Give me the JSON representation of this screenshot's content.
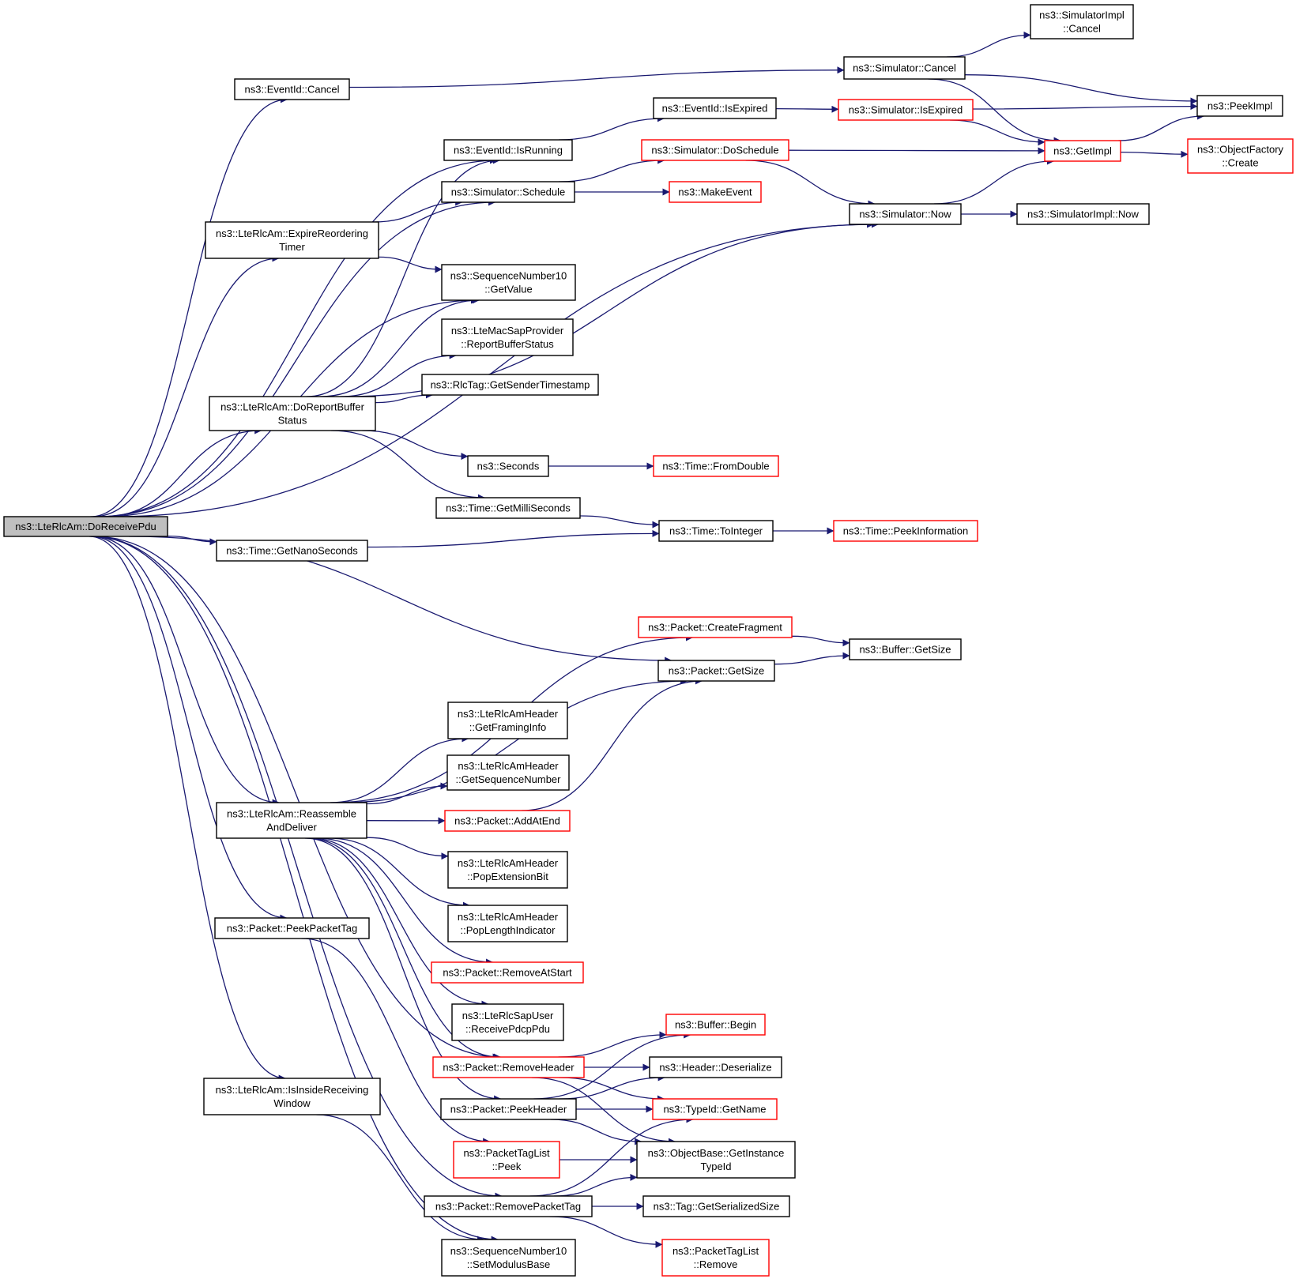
{
  "colors": {
    "edge": "#191970",
    "node_border": "#000000",
    "node_border_red": "#ff0000",
    "root_fill": "#bfbfbf",
    "node_fill": "#ffffff"
  },
  "nodes": [
    {
      "id": "root",
      "lines": [
        "ns3::LteRlcAm::DoReceivePdu"
      ],
      "style": "root"
    },
    {
      "id": "eid_cancel",
      "lines": [
        "ns3::EventId::Cancel"
      ],
      "style": "black"
    },
    {
      "id": "eid_isrunning",
      "lines": [
        "ns3::EventId::IsRunning"
      ],
      "style": "black"
    },
    {
      "id": "sim_schedule",
      "lines": [
        "ns3::Simulator::Schedule"
      ],
      "style": "black"
    },
    {
      "id": "expire_reorder",
      "lines": [
        "ns3::LteRlcAm::ExpireReordering",
        "Timer"
      ],
      "style": "black"
    },
    {
      "id": "seq_getvalue",
      "lines": [
        "ns3::SequenceNumber10",
        "::GetValue"
      ],
      "style": "black"
    },
    {
      "id": "mac_report",
      "lines": [
        "ns3::LteMacSapProvider",
        "::ReportBufferStatus"
      ],
      "style": "black"
    },
    {
      "id": "rlctag_sender",
      "lines": [
        "ns3::RlcTag::GetSenderTimestamp"
      ],
      "style": "black"
    },
    {
      "id": "do_report",
      "lines": [
        "ns3::LteRlcAm::DoReportBuffer",
        "Status"
      ],
      "style": "black"
    },
    {
      "id": "seconds",
      "lines": [
        "ns3::Seconds"
      ],
      "style": "black"
    },
    {
      "id": "time_milli",
      "lines": [
        "ns3::Time::GetMilliSeconds"
      ],
      "style": "black"
    },
    {
      "id": "time_nano",
      "lines": [
        "ns3::Time::GetNanoSeconds"
      ],
      "style": "black"
    },
    {
      "id": "time_tointeger",
      "lines": [
        "ns3::Time::ToInteger"
      ],
      "style": "black"
    },
    {
      "id": "time_peekinfo",
      "lines": [
        "ns3::Time::PeekInformation"
      ],
      "style": "red"
    },
    {
      "id": "time_fromdouble",
      "lines": [
        "ns3::Time::FromDouble"
      ],
      "style": "red"
    },
    {
      "id": "sim_cancel",
      "lines": [
        "ns3::Simulator::Cancel"
      ],
      "style": "black"
    },
    {
      "id": "simimpl_cancel",
      "lines": [
        "ns3::SimulatorImpl",
        "::Cancel"
      ],
      "style": "black"
    },
    {
      "id": "eid_isexpired",
      "lines": [
        "ns3::EventId::IsExpired"
      ],
      "style": "black"
    },
    {
      "id": "sim_isexpired",
      "lines": [
        "ns3::Simulator::IsExpired"
      ],
      "style": "red"
    },
    {
      "id": "peekimpl",
      "lines": [
        "ns3::PeekImpl"
      ],
      "style": "black"
    },
    {
      "id": "sim_doschedule",
      "lines": [
        "ns3::Simulator::DoSchedule"
      ],
      "style": "red"
    },
    {
      "id": "getimpl",
      "lines": [
        "ns3::GetImpl"
      ],
      "style": "red"
    },
    {
      "id": "objfactory_create",
      "lines": [
        "ns3::ObjectFactory",
        "::Create"
      ],
      "style": "red"
    },
    {
      "id": "makeevent",
      "lines": [
        "ns3::MakeEvent"
      ],
      "style": "red"
    },
    {
      "id": "sim_now",
      "lines": [
        "ns3::Simulator::Now"
      ],
      "style": "black"
    },
    {
      "id": "simimpl_now",
      "lines": [
        "ns3::SimulatorImpl::Now"
      ],
      "style": "black"
    },
    {
      "id": "reassemble",
      "lines": [
        "ns3::LteRlcAm::Reassemble",
        "AndDeliver"
      ],
      "style": "black"
    },
    {
      "id": "pkt_createfrag",
      "lines": [
        "ns3::Packet::CreateFragment"
      ],
      "style": "red"
    },
    {
      "id": "pkt_getsize",
      "lines": [
        "ns3::Packet::GetSize"
      ],
      "style": "black"
    },
    {
      "id": "buf_getsize",
      "lines": [
        "ns3::Buffer::GetSize"
      ],
      "style": "black"
    },
    {
      "id": "hdr_framing",
      "lines": [
        "ns3::LteRlcAmHeader",
        "::GetFramingInfo"
      ],
      "style": "black"
    },
    {
      "id": "hdr_seqnum",
      "lines": [
        "ns3::LteRlcAmHeader",
        "::GetSequenceNumber"
      ],
      "style": "black"
    },
    {
      "id": "pkt_addatend",
      "lines": [
        "ns3::Packet::AddAtEnd"
      ],
      "style": "red"
    },
    {
      "id": "hdr_popext",
      "lines": [
        "ns3::LteRlcAmHeader",
        "::PopExtensionBit"
      ],
      "style": "black"
    },
    {
      "id": "hdr_poplen",
      "lines": [
        "ns3::LteRlcAmHeader",
        "::PopLengthIndicator"
      ],
      "style": "black"
    },
    {
      "id": "pkt_removeatstart",
      "lines": [
        "ns3::Packet::RemoveAtStart"
      ],
      "style": "red"
    },
    {
      "id": "sapuser_receive",
      "lines": [
        "ns3::LteRlcSapUser",
        "::ReceivePdcpPdu"
      ],
      "style": "black"
    },
    {
      "id": "pkt_peekpackettag",
      "lines": [
        "ns3::Packet::PeekPacketTag"
      ],
      "style": "black"
    },
    {
      "id": "buf_begin",
      "lines": [
        "ns3::Buffer::Begin"
      ],
      "style": "red"
    },
    {
      "id": "pkt_removeheader",
      "lines": [
        "ns3::Packet::RemoveHeader"
      ],
      "style": "red"
    },
    {
      "id": "hdr_deserialize",
      "lines": [
        "ns3::Header::Deserialize"
      ],
      "style": "black"
    },
    {
      "id": "inside_window",
      "lines": [
        "ns3::LteRlcAm::IsInsideReceiving",
        "Window"
      ],
      "style": "black"
    },
    {
      "id": "pkt_peekheader",
      "lines": [
        "ns3::Packet::PeekHeader"
      ],
      "style": "black"
    },
    {
      "id": "typeid_getname",
      "lines": [
        "ns3::TypeId::GetName"
      ],
      "style": "red"
    },
    {
      "id": "ptl_peek",
      "lines": [
        "ns3::PacketTagList",
        "::Peek"
      ],
      "style": "red"
    },
    {
      "id": "objbase_typeid",
      "lines": [
        "ns3::ObjectBase::GetInstance",
        "TypeId"
      ],
      "style": "black"
    },
    {
      "id": "pkt_removepackettag",
      "lines": [
        "ns3::Packet::RemovePacketTag"
      ],
      "style": "black"
    },
    {
      "id": "tag_serialsize",
      "lines": [
        "ns3::Tag::GetSerializedSize"
      ],
      "style": "black"
    },
    {
      "id": "seq_setmodulus",
      "lines": [
        "ns3::SequenceNumber10",
        "::SetModulusBase"
      ],
      "style": "black"
    },
    {
      "id": "ptl_remove",
      "lines": [
        "ns3::PacketTagList",
        "::Remove"
      ],
      "style": "red"
    }
  ],
  "edges": [
    [
      "root",
      "eid_cancel"
    ],
    [
      "root",
      "eid_isrunning"
    ],
    [
      "root",
      "sim_schedule"
    ],
    [
      "root",
      "expire_reorder"
    ],
    [
      "root",
      "sim_now"
    ],
    [
      "root",
      "seq_getvalue"
    ],
    [
      "root",
      "do_report"
    ],
    [
      "root",
      "time_nano"
    ],
    [
      "root",
      "pkt_getsize"
    ],
    [
      "root",
      "reassemble"
    ],
    [
      "root",
      "pkt_peekpackettag"
    ],
    [
      "root",
      "inside_window"
    ],
    [
      "root",
      "seq_setmodulus"
    ],
    [
      "root",
      "pkt_removeheader"
    ],
    [
      "root",
      "pkt_removepackettag"
    ],
    [
      "eid_cancel",
      "sim_cancel"
    ],
    [
      "sim_cancel",
      "simimpl_cancel"
    ],
    [
      "sim_cancel",
      "peekimpl"
    ],
    [
      "sim_cancel",
      "getimpl"
    ],
    [
      "eid_isrunning",
      "eid_isexpired"
    ],
    [
      "eid_isexpired",
      "sim_isexpired"
    ],
    [
      "sim_isexpired",
      "peekimpl"
    ],
    [
      "sim_isexpired",
      "getimpl"
    ],
    [
      "sim_schedule",
      "sim_doschedule"
    ],
    [
      "sim_schedule",
      "makeevent"
    ],
    [
      "sim_doschedule",
      "getimpl"
    ],
    [
      "sim_doschedule",
      "sim_now"
    ],
    [
      "getimpl",
      "peekimpl"
    ],
    [
      "getimpl",
      "objfactory_create"
    ],
    [
      "sim_now",
      "getimpl"
    ],
    [
      "sim_now",
      "simimpl_now"
    ],
    [
      "expire_reorder",
      "sim_schedule"
    ],
    [
      "expire_reorder",
      "seq_getvalue"
    ],
    [
      "do_report",
      "eid_isrunning"
    ],
    [
      "do_report",
      "seq_getvalue"
    ],
    [
      "do_report",
      "mac_report"
    ],
    [
      "do_report",
      "rlctag_sender"
    ],
    [
      "do_report",
      "sim_now"
    ],
    [
      "do_report",
      "seconds"
    ],
    [
      "do_report",
      "time_milli"
    ],
    [
      "seconds",
      "time_fromdouble"
    ],
    [
      "time_milli",
      "time_tointeger"
    ],
    [
      "time_nano",
      "time_tointeger"
    ],
    [
      "time_tointeger",
      "time_peekinfo"
    ],
    [
      "reassemble",
      "pkt_createfrag"
    ],
    [
      "reassemble",
      "pkt_getsize"
    ],
    [
      "reassemble",
      "hdr_framing"
    ],
    [
      "reassemble",
      "hdr_seqnum"
    ],
    [
      "reassemble",
      "pkt_addatend"
    ],
    [
      "reassemble",
      "hdr_popext"
    ],
    [
      "reassemble",
      "hdr_poplen"
    ],
    [
      "reassemble",
      "pkt_removeatstart"
    ],
    [
      "reassemble",
      "sapuser_receive"
    ],
    [
      "reassemble",
      "pkt_removeheader"
    ],
    [
      "reassemble",
      "pkt_peekheader"
    ],
    [
      "pkt_createfrag",
      "buf_getsize"
    ],
    [
      "pkt_getsize",
      "buf_getsize"
    ],
    [
      "pkt_addatend",
      "pkt_getsize"
    ],
    [
      "pkt_peekpackettag",
      "ptl_peek"
    ],
    [
      "pkt_removeheader",
      "buf_begin"
    ],
    [
      "pkt_removeheader",
      "hdr_deserialize"
    ],
    [
      "pkt_removeheader",
      "typeid_getname"
    ],
    [
      "pkt_removeheader",
      "objbase_typeid"
    ],
    [
      "pkt_peekheader",
      "buf_begin"
    ],
    [
      "pkt_peekheader",
      "hdr_deserialize"
    ],
    [
      "pkt_peekheader",
      "typeid_getname"
    ],
    [
      "pkt_peekheader",
      "objbase_typeid"
    ],
    [
      "ptl_peek",
      "objbase_typeid"
    ],
    [
      "inside_window",
      "seq_setmodulus"
    ],
    [
      "pkt_removepackettag",
      "typeid_getname"
    ],
    [
      "pkt_removepackettag",
      "objbase_typeid"
    ],
    [
      "pkt_removepackettag",
      "tag_serialsize"
    ],
    [
      "pkt_removepackettag",
      "ptl_remove"
    ]
  ]
}
